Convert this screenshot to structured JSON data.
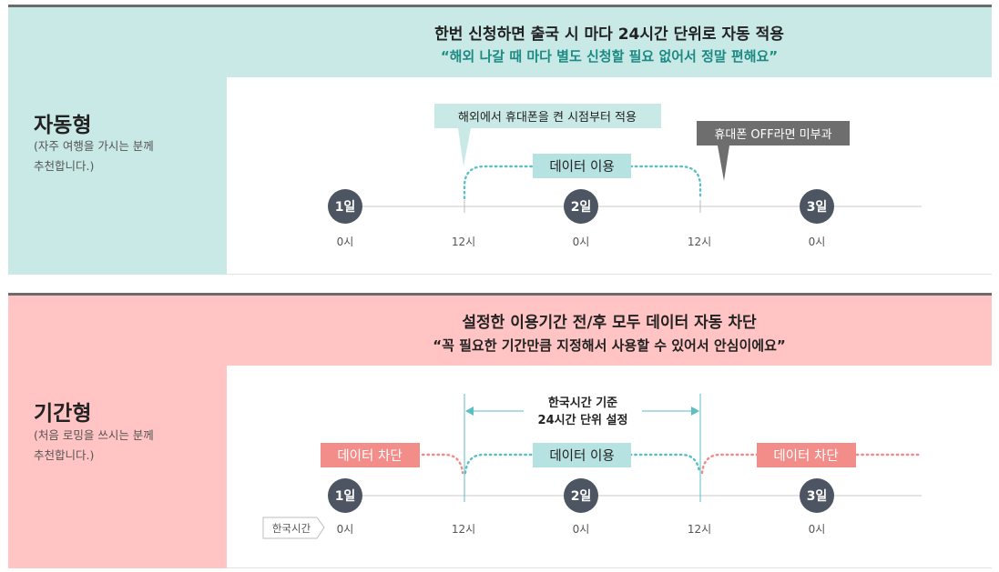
{
  "auto_plan": {
    "title": "자동형",
    "desc_line1": "(자주 여행을 가시는 분께",
    "desc_line2": "추천합니다.)",
    "headline": "한번 신청하면 출국 시 마다 24시간 단위로 자동 적용",
    "quote": "“해외 나갈 때 마다 별도 신청할 필요 없어서 정말 편해요”",
    "callout_start": "해외에서 휴대폰을 켠 시점부터 적용",
    "callout_off": "휴대폰 OFF라면 미부과",
    "data_use_label": "데이터 이용",
    "days": [
      "1일",
      "2일",
      "3일"
    ],
    "ticks": [
      "0시",
      "12시",
      "0시",
      "12시",
      "0시"
    ]
  },
  "period_plan": {
    "title": "기간형",
    "desc_line1": "(처음 로밍을 쓰시는 분께",
    "desc_line2": "추천합니다.)",
    "headline": "설정한 이용기간 전/후 모두 데이터 자동 차단",
    "quote": "“꼭 필요한 기간만큼 지정해서 사용할 수 있어서 안심이에요”",
    "range_label_line1": "한국시간 기준",
    "range_label_line2": "24시간 단위 설정",
    "data_block_label": "데이터 차단",
    "data_use_label": "데이터 이용",
    "korea_time_label": "한국시간",
    "days": [
      "1일",
      "2일",
      "3일"
    ],
    "ticks": [
      "0시",
      "12시",
      "0시",
      "12시",
      "0시"
    ]
  },
  "colors": {
    "teal_bg": "#c9e9e6",
    "teal_accent": "#5bbfc4",
    "pink_bg": "#ffc4c3",
    "pink_accent": "#f08a87",
    "day_circle": "#4d5563"
  }
}
